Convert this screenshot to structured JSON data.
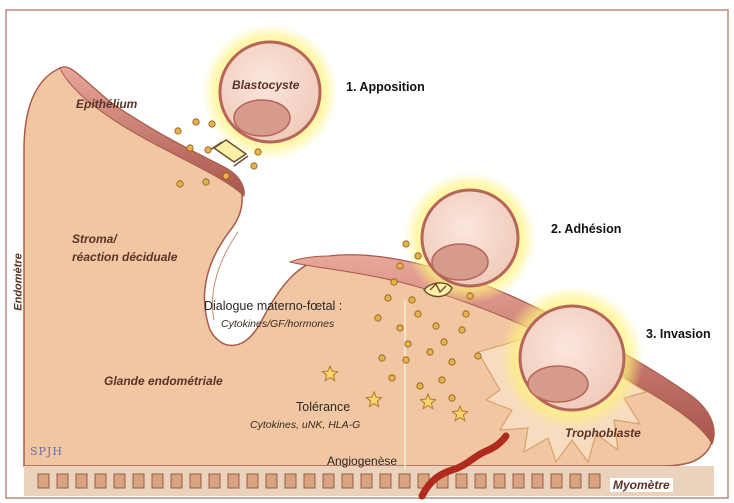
{
  "labels": {
    "epithelium": "Epithélium",
    "blastocyste": "Blastocyste",
    "apposition": "1. Apposition",
    "adhesion": "2. Adhésion",
    "invasion": "3. Invasion",
    "stroma_line1": "Stroma/",
    "stroma_line2": "réaction déciduale",
    "endometre": "Endomètre",
    "dialogue_line1": "Dialogue materno-fœtal :",
    "dialogue_line2": "Cytokines/GF/hormones",
    "glande": "Glande endométriale",
    "tolerance_line1": "Tolérance",
    "tolerance_line2": "Cytokines, uNK, HLA-G",
    "trophoblaste": "Trophoblaste",
    "angiogenese": "Angiogenèse",
    "myometre": "Myomètre",
    "credit": "SPJH"
  },
  "colors": {
    "tissue": "#f1c6a2",
    "tissue_edge": "#a85b4a",
    "epithelium": "#b5655a",
    "epithelium_light": "#e8a79a",
    "glow": "#fff27a",
    "embryo_mass": "#d79b8c",
    "dots": "#e7b14a",
    "stars": "#f2c14a",
    "vessel": "#b02a1e",
    "myometrium": "#d9a37f"
  }
}
